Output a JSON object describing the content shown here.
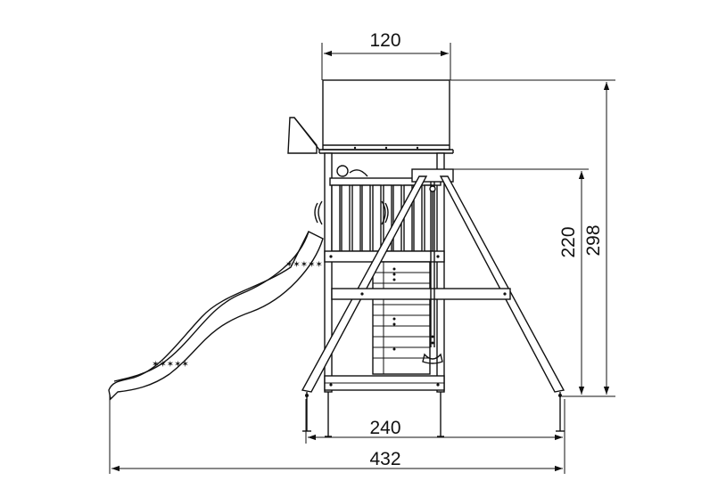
{
  "dimensions": {
    "roof_width": "120",
    "frame_height": "220",
    "total_height": "298",
    "base_width": "240",
    "total_width": "432"
  },
  "colors": {
    "line": "#111111",
    "background": "#ffffff"
  }
}
